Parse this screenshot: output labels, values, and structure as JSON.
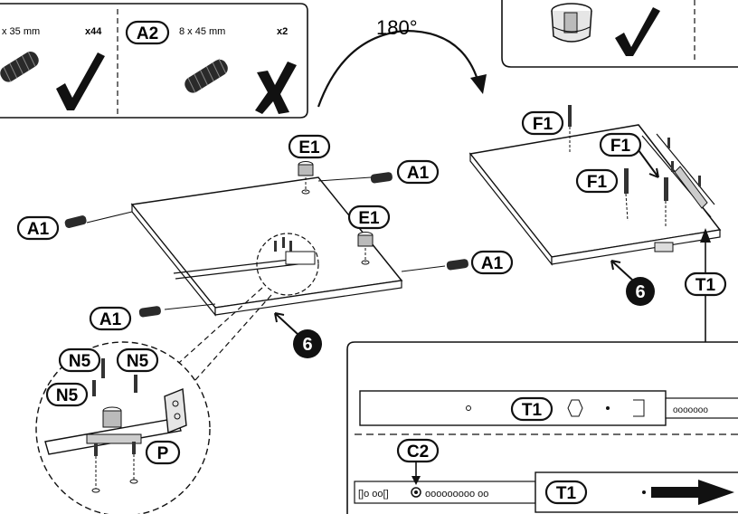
{
  "top_left_box": {
    "left_item": {
      "size": "x 35 mm",
      "qty": "x44"
    },
    "right_item": {
      "code": "A2",
      "size": "8 x 45 mm",
      "qty": "x2"
    }
  },
  "rotation_label": "180°",
  "labels": {
    "a1": "A1",
    "e1": "E1",
    "f1": "F1",
    "t1": "T1",
    "n5": "N5",
    "p": "P",
    "c2": "C2",
    "step": "6"
  }
}
